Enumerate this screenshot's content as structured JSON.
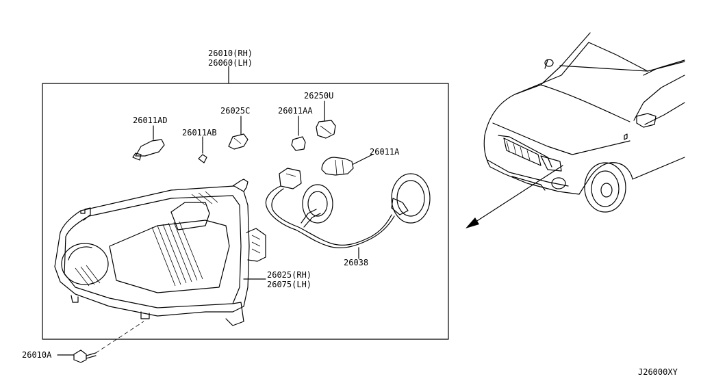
{
  "labels": {
    "assy_rh": "26010(RH)",
    "assy_lh": "26060(LH)",
    "bulb_26011ad": "26011AD",
    "socket_26025c": "26025C",
    "bulb_26011ab": "26011AB",
    "bulb_26011aa": "26011AA",
    "socket_26250u": "26250U",
    "bulb_26011a": "26011A",
    "harness_26038": "26038",
    "housing_rh": "26025(RH)",
    "housing_lh": "26075(LH)",
    "screw_26010a": "26010A",
    "diagram_code": "J26000XY"
  }
}
